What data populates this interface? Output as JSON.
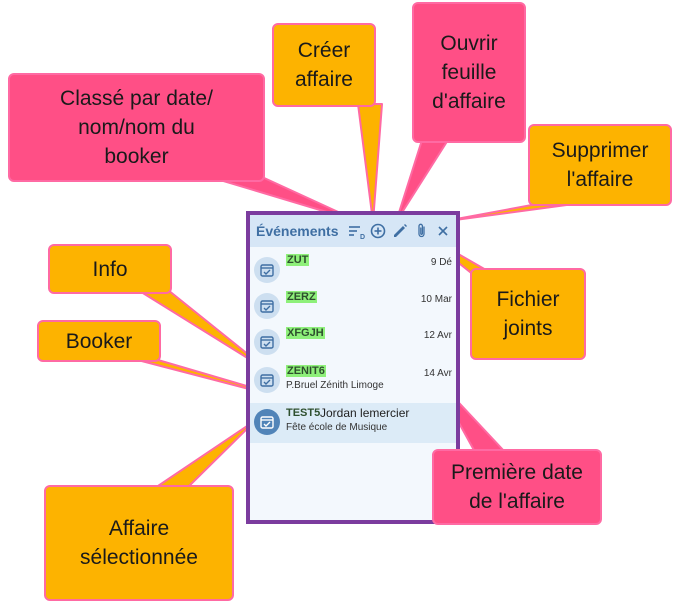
{
  "panel": {
    "title": "Événements",
    "sort_badge": "D",
    "events": [
      {
        "title": "ZUT",
        "date": "9 Dé",
        "subtitle": "",
        "highlight": true
      },
      {
        "title": "ZERZ",
        "date": "10 Mar",
        "subtitle": "",
        "highlight": true
      },
      {
        "title": "XFGJH",
        "date": "12 Avr",
        "subtitle": "",
        "highlight": true
      },
      {
        "title": "ZENIT6",
        "date": "14 Avr",
        "subtitle": "P.Bruel Zénith Limoge",
        "highlight": true
      },
      {
        "title": "TEST5",
        "booker": "Jordan lemercier",
        "subtitle": "Fête école de Musique",
        "date": "",
        "selected": true
      }
    ]
  },
  "callouts": {
    "sort": "Classé par date/\nnom/nom du\nbooker",
    "create": "Créer\naffaire",
    "open": "Ouvrir\nfeuille\nd'affaire",
    "delete": "Supprimer\nl'affaire",
    "info": "Info",
    "booker": "Booker",
    "files": "Fichier\njoints",
    "first_date": "Première date\nde l'affaire",
    "selected": "Affaire\nsélectionnée"
  },
  "colors": {
    "pink": "#ff4f86",
    "orange": "#fdb300",
    "pink_border": "#ff6aa3",
    "panel_border": "#7b3c9e",
    "header_bg": "#d6e6f6",
    "highlight": "#8ef07a",
    "icon_blue": "#3f6fa3"
  },
  "icons": {
    "sort": "sort-lines-icon",
    "create": "plus-circle-icon",
    "open": "pencil-icon",
    "files": "paperclip-icon",
    "delete": "close-icon",
    "event": "calendar-check-icon"
  }
}
